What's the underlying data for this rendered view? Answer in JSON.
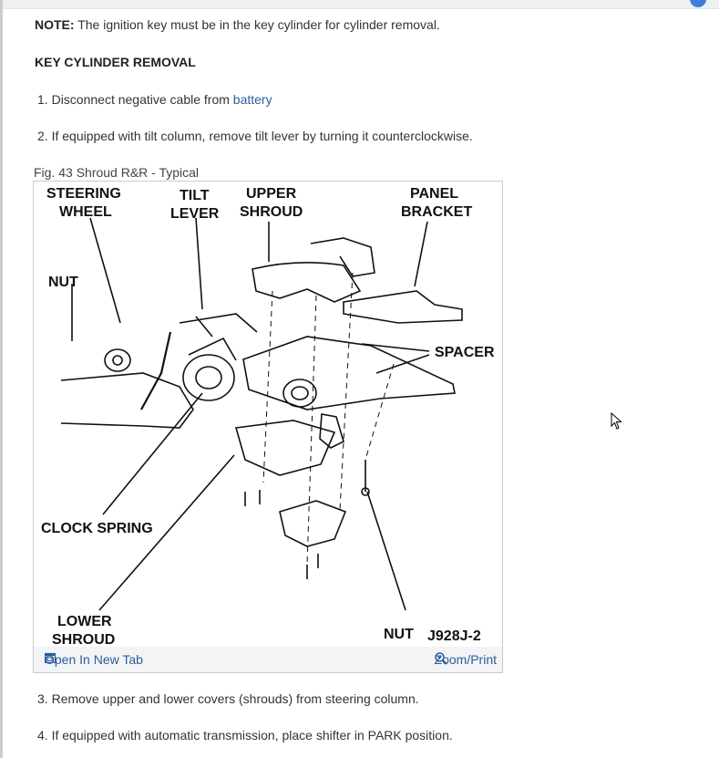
{
  "note": {
    "label": "NOTE:",
    "text": " The ignition key must be in the key cylinder for cylinder removal."
  },
  "heading": "KEY CYLINDER REMOVAL",
  "steps": [
    {
      "num": "1.",
      "text": "Disconnect negative cable from ",
      "link": "battery"
    },
    {
      "num": "2.",
      "text": "If equipped with tilt column, remove tilt lever by turning it counterclockwise."
    },
    {
      "num": "3.",
      "text": "Remove upper and lower covers (shrouds) from steering column."
    },
    {
      "num": "4.",
      "text": "If equipped with automatic transmission, place shifter in PARK position."
    }
  ],
  "figure": {
    "caption": "Fig. 43 Shroud R&R - Typical",
    "labels": {
      "steering_wheel_1": "STEERING",
      "steering_wheel_2": "WHEEL",
      "tilt_1": "TILT",
      "tilt_2": "LEVER",
      "upper_1": "UPPER",
      "upper_2": "SHROUD",
      "panel_1": "PANEL",
      "panel_2": "BRACKET",
      "nut_top": "NUT",
      "spacer": "SPACER",
      "clock_spring": "CLOCK SPRING",
      "lower_1": "LOWER",
      "lower_2": "SHROUD",
      "nut_bottom": "NUT",
      "code": "J928J-2"
    },
    "open_tab": "Open In New Tab",
    "zoom_print": "Zoom/Print"
  },
  "icons": {
    "open_tab": "external-window-icon",
    "zoom": "zoom-in-icon",
    "cursor": "mouse-pointer-icon"
  },
  "colors": {
    "link": "#2b5d9b",
    "text": "#333333"
  }
}
